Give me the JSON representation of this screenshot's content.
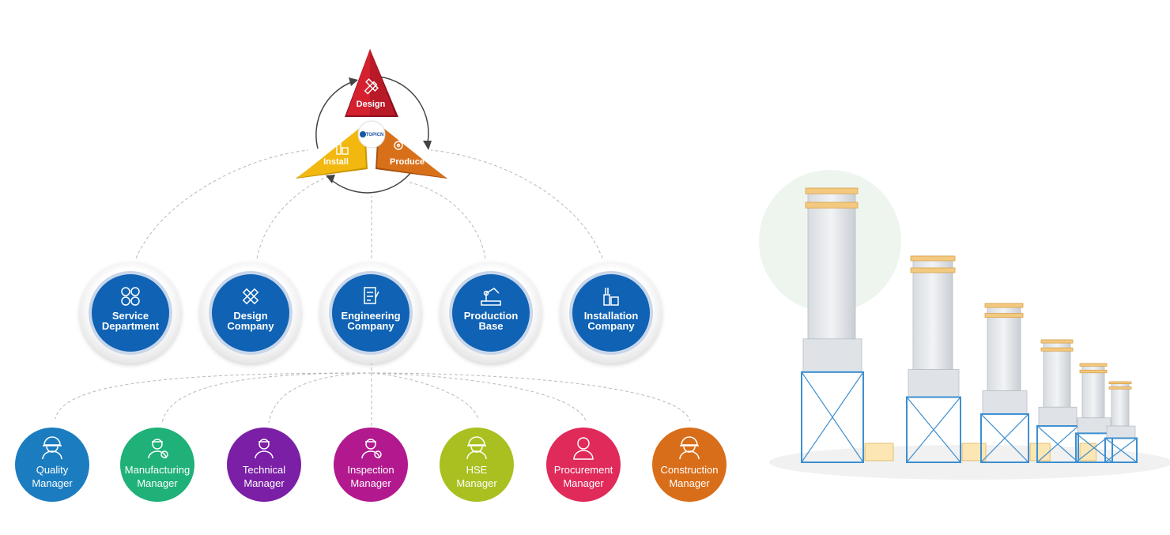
{
  "cycle": {
    "logo_text": "TOPICN",
    "stages": [
      {
        "label": "Design",
        "icon": "ruler-pencil-icon",
        "color": "#d4202f"
      },
      {
        "label": "Install",
        "icon": "hand-tools-icon",
        "color": "#f2b80f"
      },
      {
        "label": "Produce",
        "icon": "gear-wrench-icon",
        "color": "#d8701a"
      }
    ]
  },
  "departments": [
    {
      "line1": "Service",
      "line2": "Department",
      "icon": "service-grid-icon"
    },
    {
      "line1": "Design",
      "line2": "Company",
      "icon": "ruler-pencil-icon"
    },
    {
      "line1": "Engineering",
      "line2": "Company",
      "icon": "document-pen-icon"
    },
    {
      "line1": "Production",
      "line2": "Base",
      "icon": "robot-arm-icon"
    },
    {
      "line1": "Installation",
      "line2": "Company",
      "icon": "hand-tools-icon"
    }
  ],
  "department_color": "#0f62b4",
  "managers": [
    {
      "line1": "Quality",
      "line2": "Manager",
      "color": "#1b7dc0",
      "icon": "worker-helmet-icon"
    },
    {
      "line1": "Manufacturing",
      "line2": "Manager",
      "color": "#1fb177",
      "icon": "worker-gear-icon"
    },
    {
      "line1": "Technical",
      "line2": "Manager",
      "color": "#7a1fa6",
      "icon": "engineer-icon"
    },
    {
      "line1": "Inspection",
      "line2": "Manager",
      "color": "#b3198f",
      "icon": "inspector-gear-icon"
    },
    {
      "line1": "HSE",
      "line2": "Manager",
      "color": "#a9c020",
      "icon": "hard-hat-icon"
    },
    {
      "line1": "Procurement",
      "line2": "Manager",
      "color": "#e02a5a",
      "icon": "person-icon"
    },
    {
      "line1": "Construction",
      "line2": "Manager",
      "color": "#d96e1a",
      "icon": "construction-worker-icon"
    }
  ],
  "illustration": {
    "name": "power-plant-chimneys-illustration"
  }
}
